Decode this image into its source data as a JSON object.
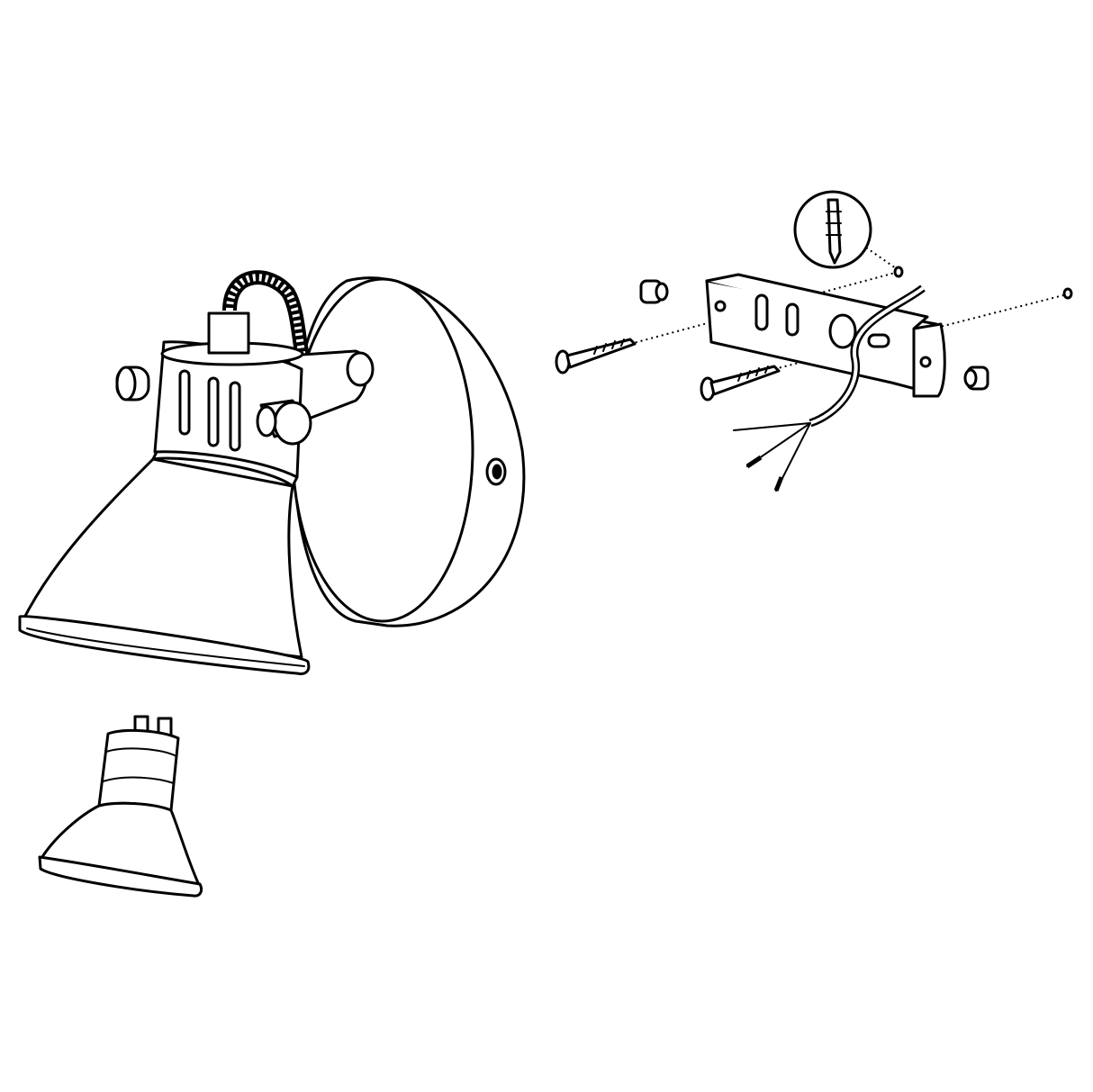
{
  "diagram": {
    "line_color": "#000000",
    "background": "#ffffff",
    "parts": [
      "wall-plate",
      "lamp-shade",
      "collar",
      "hinge-knobs",
      "coiled-cable",
      "gu10-bulb",
      "mounting-bracket",
      "screws",
      "wall-plugs",
      "nuts",
      "wires",
      "wall-plug-detail-inset"
    ]
  }
}
